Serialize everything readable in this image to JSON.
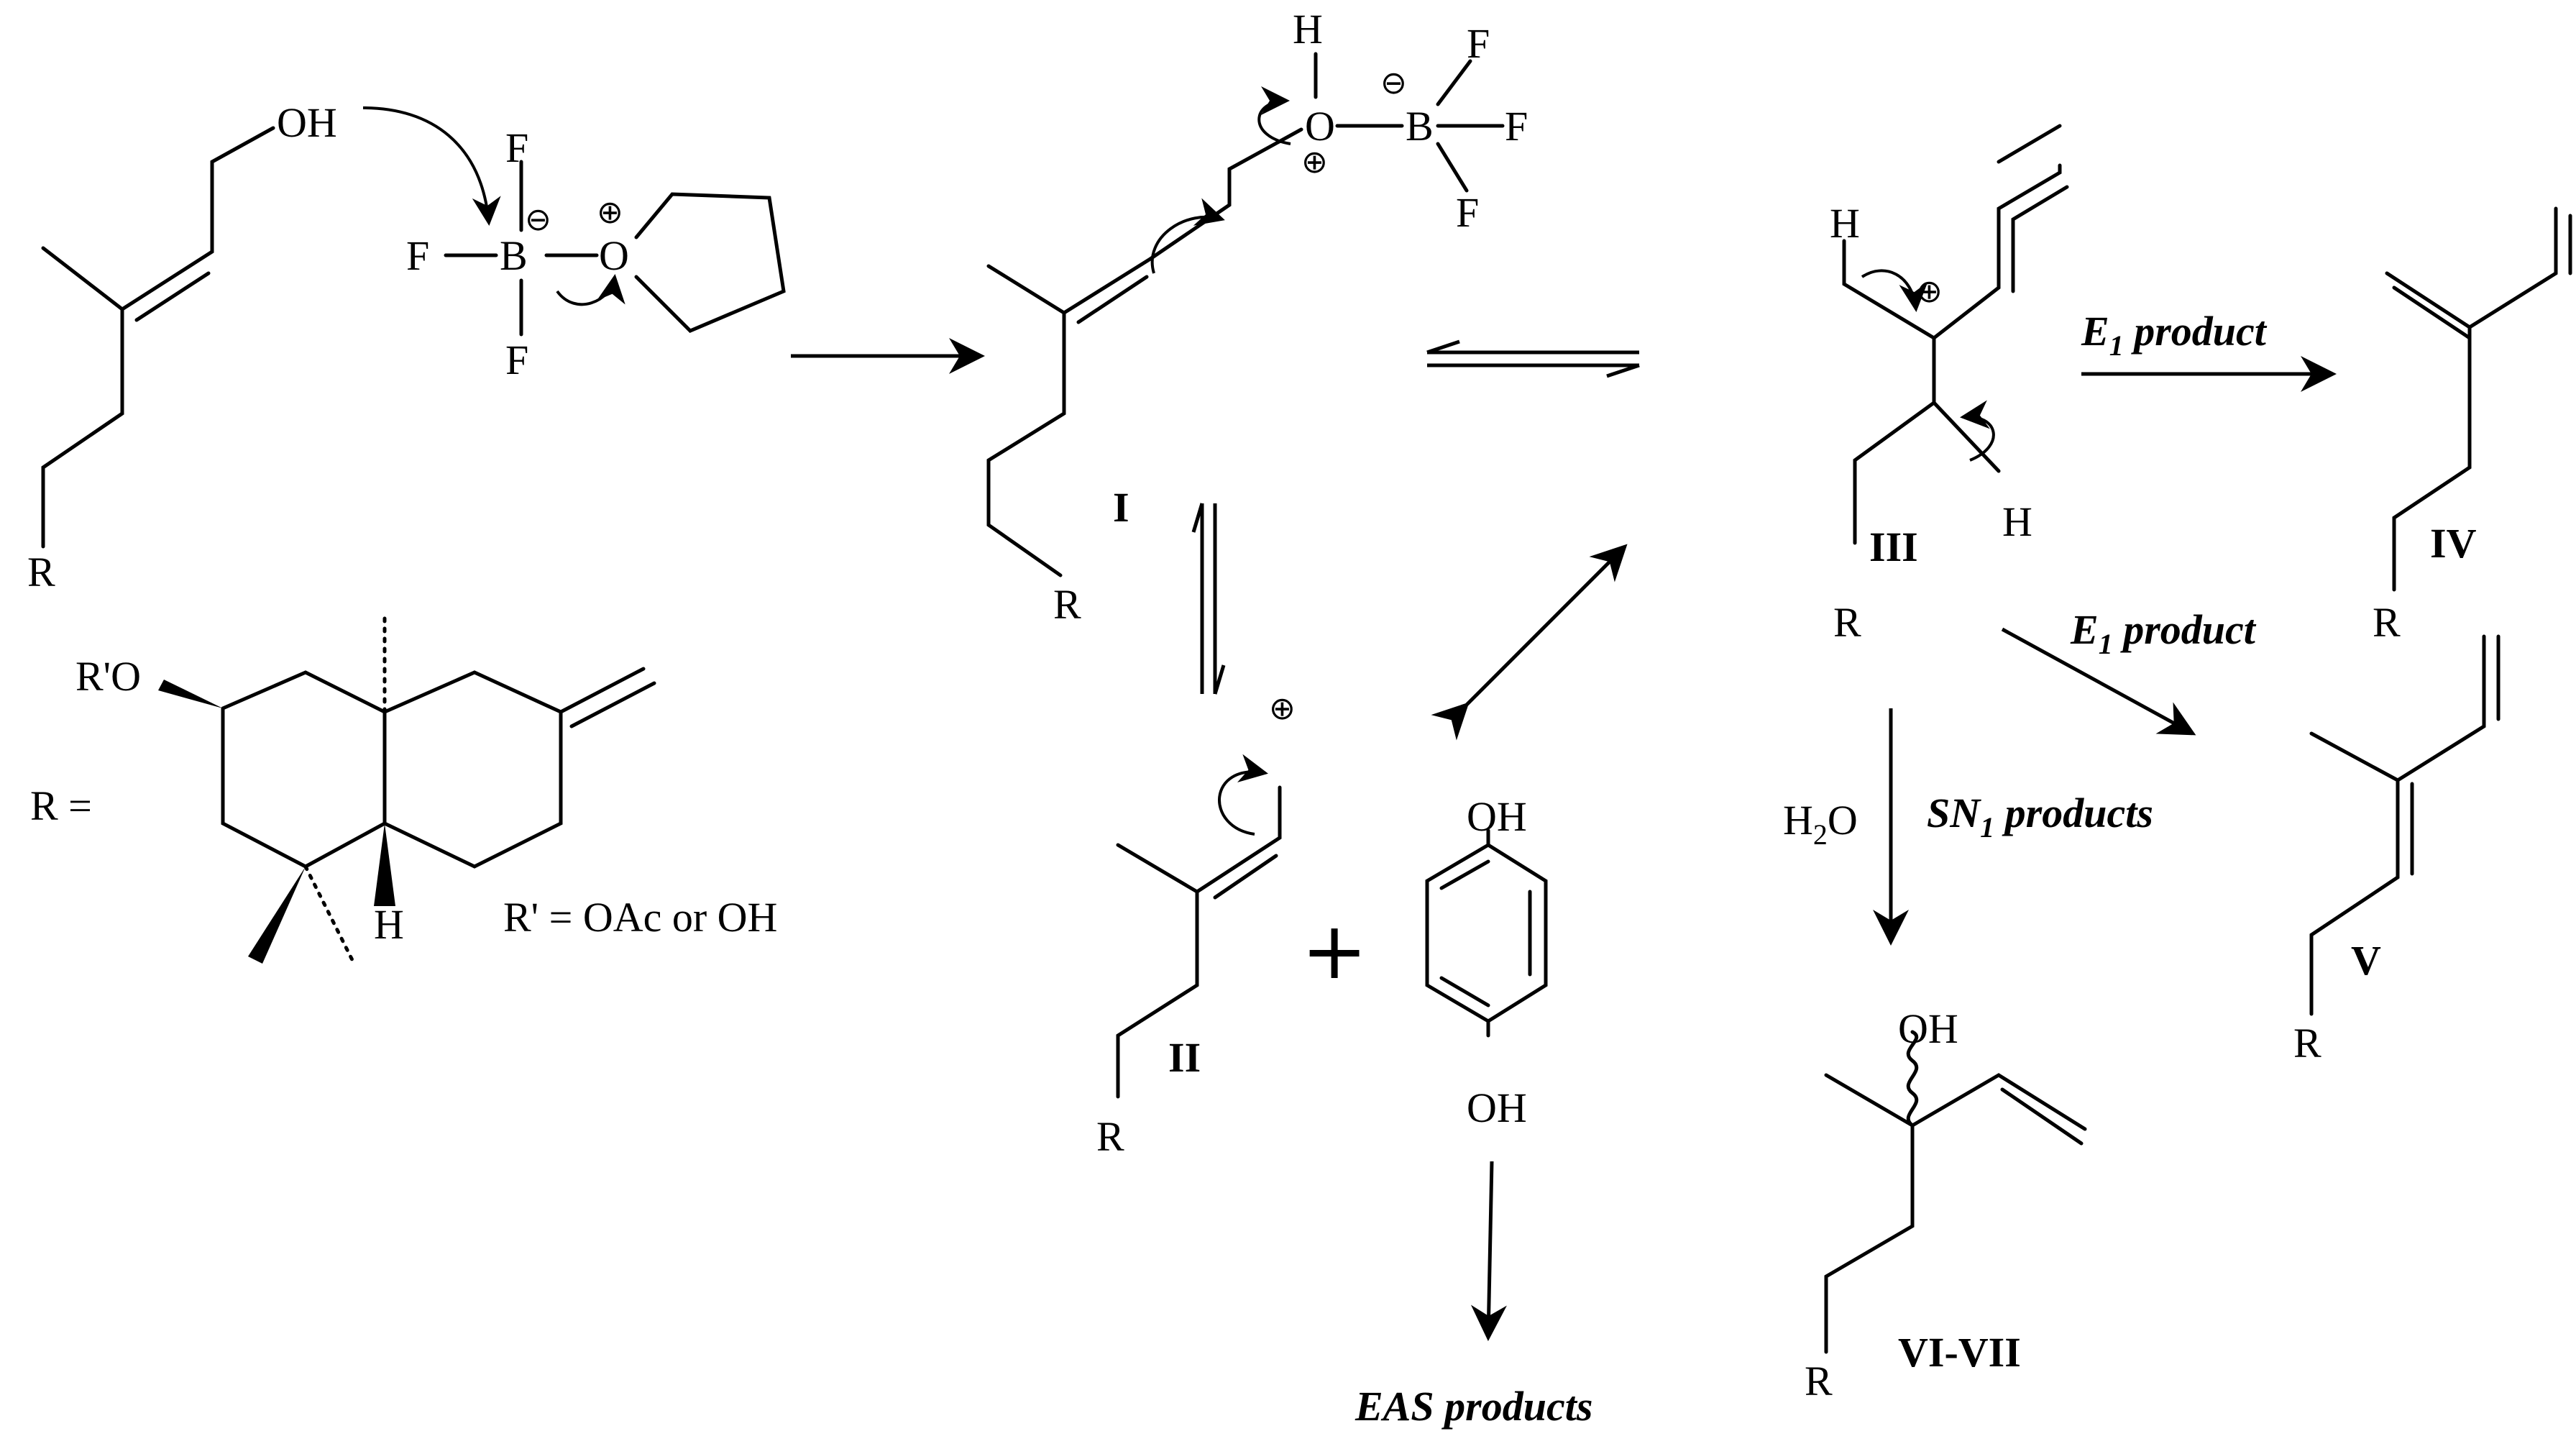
{
  "atoms": {
    "oh": "OH",
    "f": "F",
    "b": "B",
    "o": "O",
    "h": "H",
    "r": "R",
    "rprime_o": "R'O",
    "h2o_h": "H",
    "h2o_2": "2",
    "h2o_o": "O"
  },
  "charges": {
    "plus": "⊕",
    "minus": "⊖"
  },
  "plus_sign": "+",
  "r_definition": {
    "r_equals": "R =",
    "r_prime_note": "R' = OAc or OH"
  },
  "compound_labels": {
    "I": "I",
    "II": "II",
    "III": "III",
    "IV": "IV",
    "V": "V",
    "VI_VII": "VI-VII"
  },
  "arrow_labels": {
    "e1_top": {
      "main": "E",
      "sub": "1",
      "rest": " product"
    },
    "e1_bottom": {
      "main": "E",
      "sub": "1",
      "rest": " product"
    },
    "sn1": {
      "main": "SN",
      "sub": "1",
      "rest": " products"
    },
    "eas": {
      "main": "EAS",
      "rest": "  products"
    }
  },
  "colors": {
    "ink": "#000000",
    "background": "#ffffff"
  }
}
